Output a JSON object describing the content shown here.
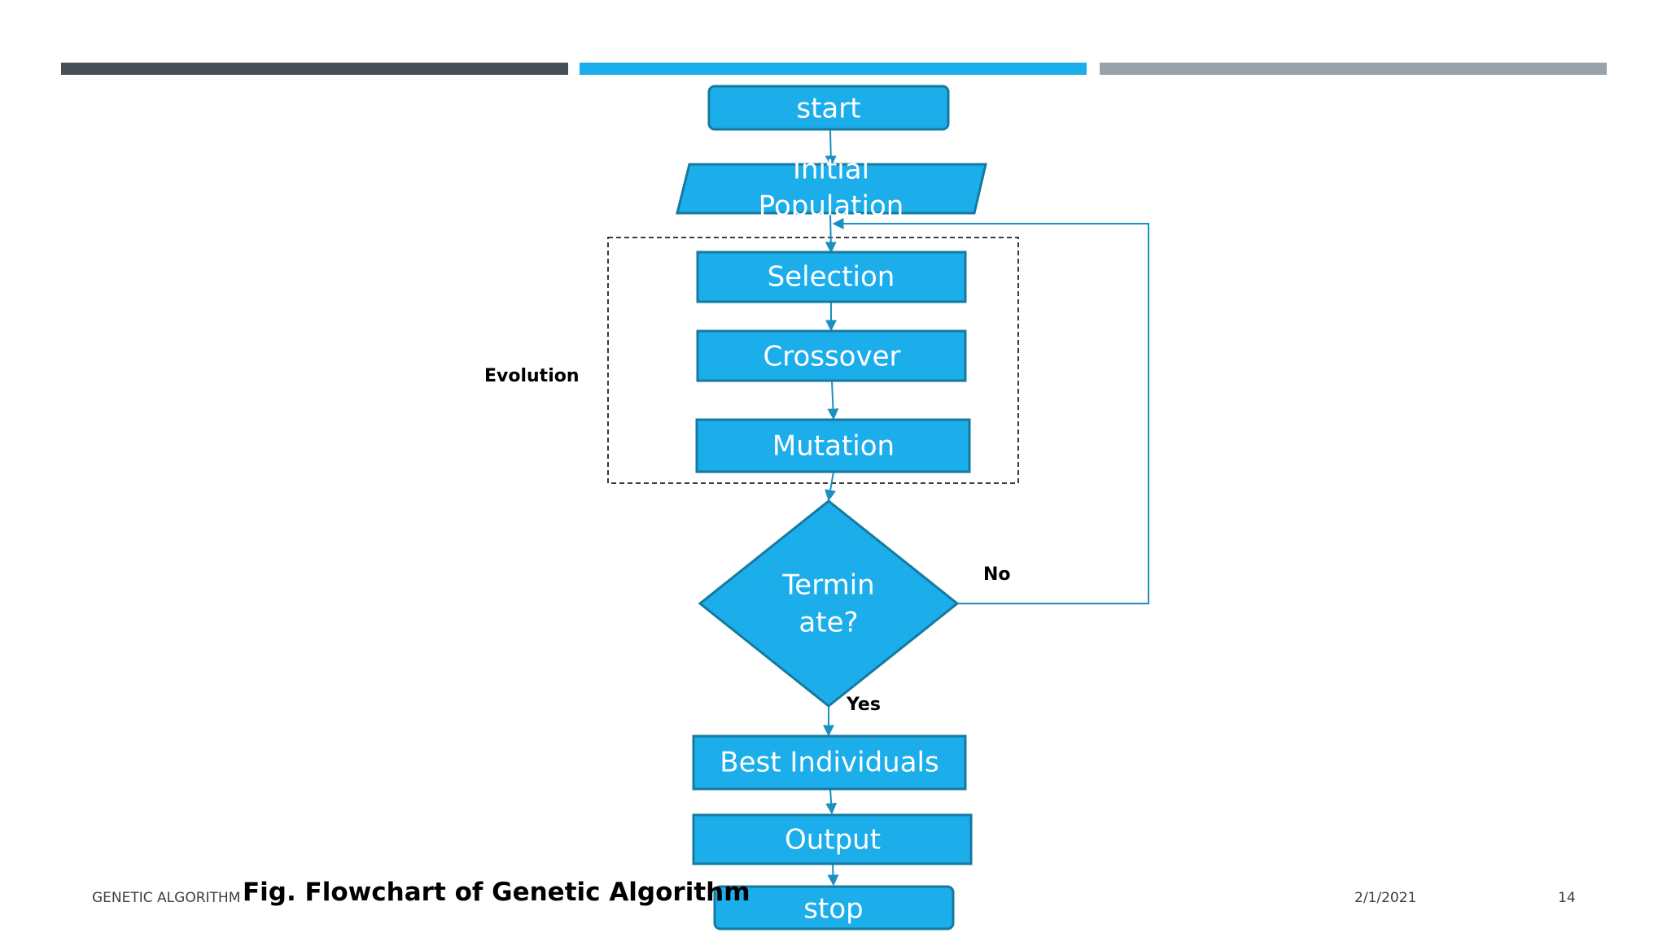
{
  "colors": {
    "bar_left": "#465058",
    "bar_mid": "#1cadeb",
    "bar_right": "#9aa2a9",
    "node_fill": "#1cadeb",
    "node_stroke": "#157a9f",
    "connector": "#1a8fc0"
  },
  "flowchart": {
    "start": "start",
    "init_line1": "Initial",
    "init_line2": "Population",
    "selection": "Selection",
    "crossover": "Crossover",
    "mutation": "Mutation",
    "decision_line1": "Termin",
    "decision_line2": "ate?",
    "best": "Best Individuals",
    "output": "Output",
    "stop": "stop",
    "evolution_label": "Evolution",
    "no_label": "No",
    "yes_label": "Yes"
  },
  "caption": "Fig. Flowchart of Genetic Algorithm",
  "footer": {
    "left": "GENETIC ALGORITHM",
    "date": "2/1/2021",
    "page": "14"
  }
}
